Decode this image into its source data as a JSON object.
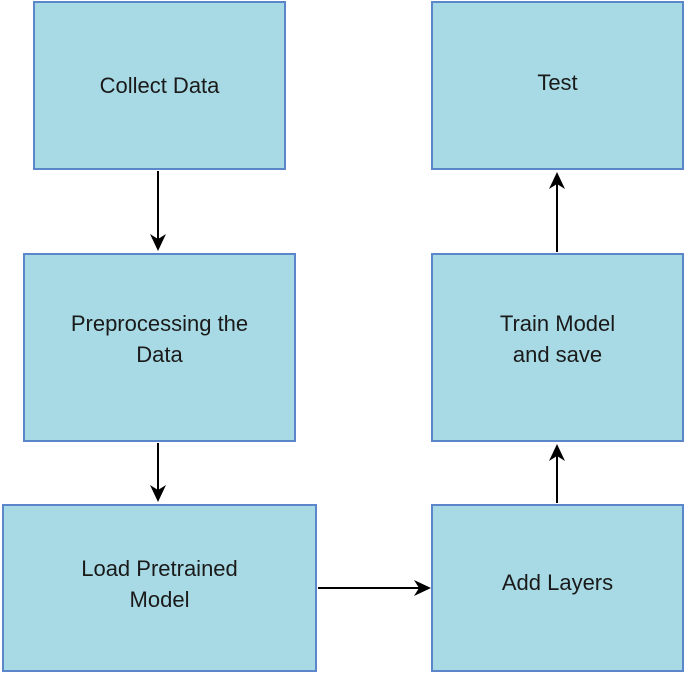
{
  "diagram": {
    "colors": {
      "node_fill": "#a8dae5",
      "node_border": "#5b86c9",
      "arrow": "#000000",
      "text": "#1a1a1a"
    },
    "nodes": {
      "collect_data": "Collect Data",
      "preprocessing": "Preprocessing the\nData",
      "load_pretrained": "Load Pretrained\nModel",
      "add_layers": "Add Layers",
      "train_model": "Train Model\nand save",
      "test": "Test"
    },
    "edges": [
      {
        "from": "Collect Data",
        "to": "Preprocessing the Data"
      },
      {
        "from": "Preprocessing the Data",
        "to": "Load Pretrained Model"
      },
      {
        "from": "Load Pretrained Model",
        "to": "Add Layers"
      },
      {
        "from": "Add Layers",
        "to": "Train Model and save"
      },
      {
        "from": "Train Model and save",
        "to": "Test"
      }
    ]
  }
}
